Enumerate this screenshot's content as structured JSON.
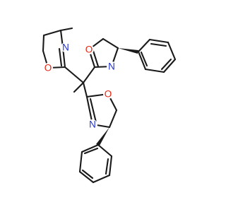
{
  "molecule": {
    "atom_labels": {
      "o1": "O",
      "n1": "N",
      "o2": "O",
      "n2": "N",
      "o3": "O",
      "n3": "N"
    },
    "colors": {
      "bond": "#1a1a1a",
      "oxygen": "#e8220f",
      "nitrogen": "#2233cc",
      "background": "#ffffff"
    }
  }
}
